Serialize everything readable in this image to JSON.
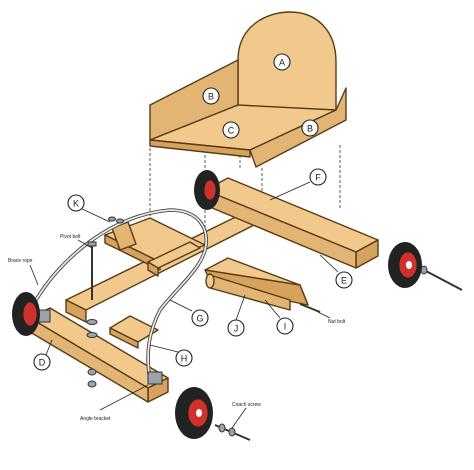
{
  "parts": {
    "A": "A",
    "B": "B",
    "C": "C",
    "D": "D",
    "E": "E",
    "F": "F",
    "G": "G",
    "H": "H",
    "I": "I",
    "J": "J",
    "K": "K"
  },
  "hardware": {
    "pivot_bolt": "Pivot bolt",
    "brace_rope": "Brace rope",
    "nut_bolt": "Nut bolt",
    "angle_bracket": "Angle bracket",
    "coach_screw": "Coach screw"
  },
  "colors": {
    "wood": "#f1c98c",
    "wood_shade": "#d6a35f",
    "outline": "#5a3b14",
    "wheel_hub": "#d0312d",
    "tyre": "#222222"
  }
}
